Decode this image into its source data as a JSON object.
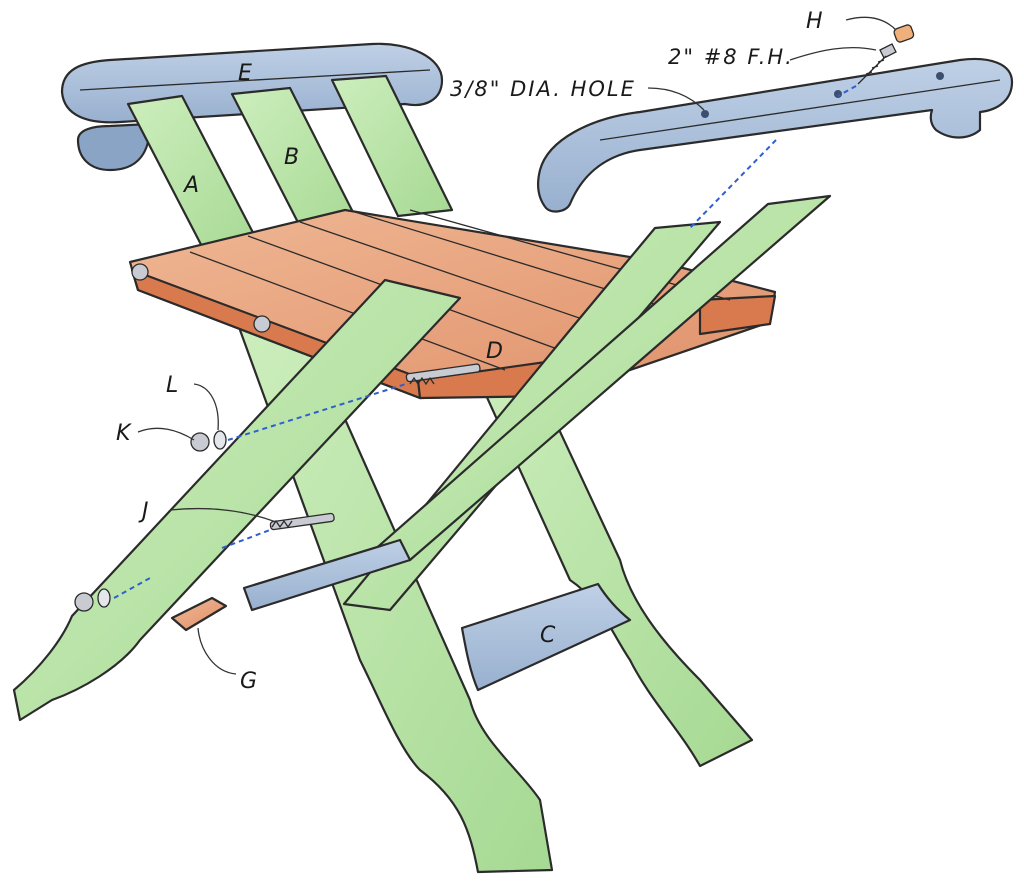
{
  "diagram": {
    "part_labels": {
      "a": "A",
      "b": "B",
      "c": "C",
      "d": "D",
      "e": "E",
      "g": "G",
      "h": "H",
      "j": "J",
      "k": "K",
      "l": "L"
    },
    "notes": {
      "hole": "3/8\" DIA. HOLE",
      "screw": "2\" #8 F.H."
    },
    "colors": {
      "green_wood": "#b9e4a6",
      "blue_wood": "#a9bfd9",
      "seat_wood": "#e8a57f",
      "seat_edge": "#d97a4e",
      "hardware": "#c8ccd2",
      "dashed_line": "#2f5fd0"
    }
  }
}
